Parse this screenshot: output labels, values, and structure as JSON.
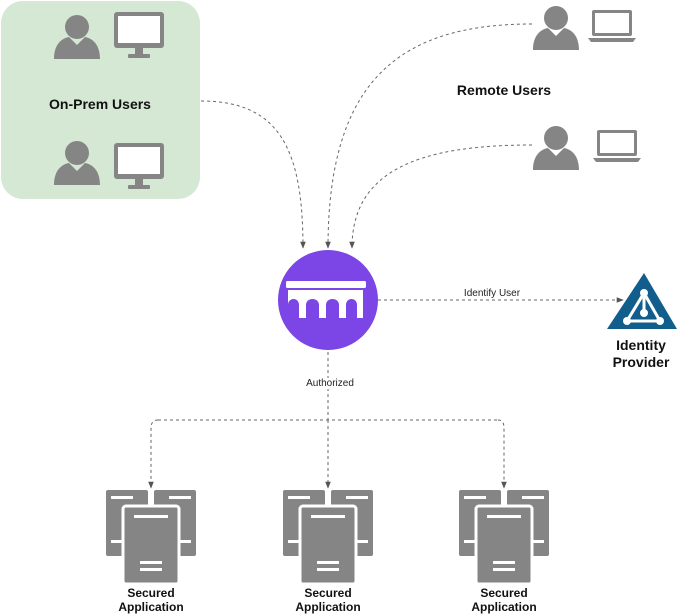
{
  "groups": {
    "onprem": {
      "label": "On-Prem Users",
      "fill": "#d5e8d4"
    },
    "remote": {
      "label": "Remote Users"
    }
  },
  "gateway": {
    "icon": "bridge-gateway-icon",
    "color": "#7c45e6"
  },
  "identity_provider": {
    "line1": "Identity",
    "line2": "Provider",
    "icon": "identity-provider-triangle-icon",
    "color": "#115e8c"
  },
  "edges": {
    "identify_user": "Identify User",
    "authorized": "Authorized"
  },
  "applications": [
    {
      "line1": "Secured",
      "line2": "Application"
    },
    {
      "line1": "Secured",
      "line2": "Application"
    },
    {
      "line1": "Secured",
      "line2": "Application"
    }
  ],
  "colors": {
    "icon_gray": "#858585",
    "connector": "#666666"
  }
}
